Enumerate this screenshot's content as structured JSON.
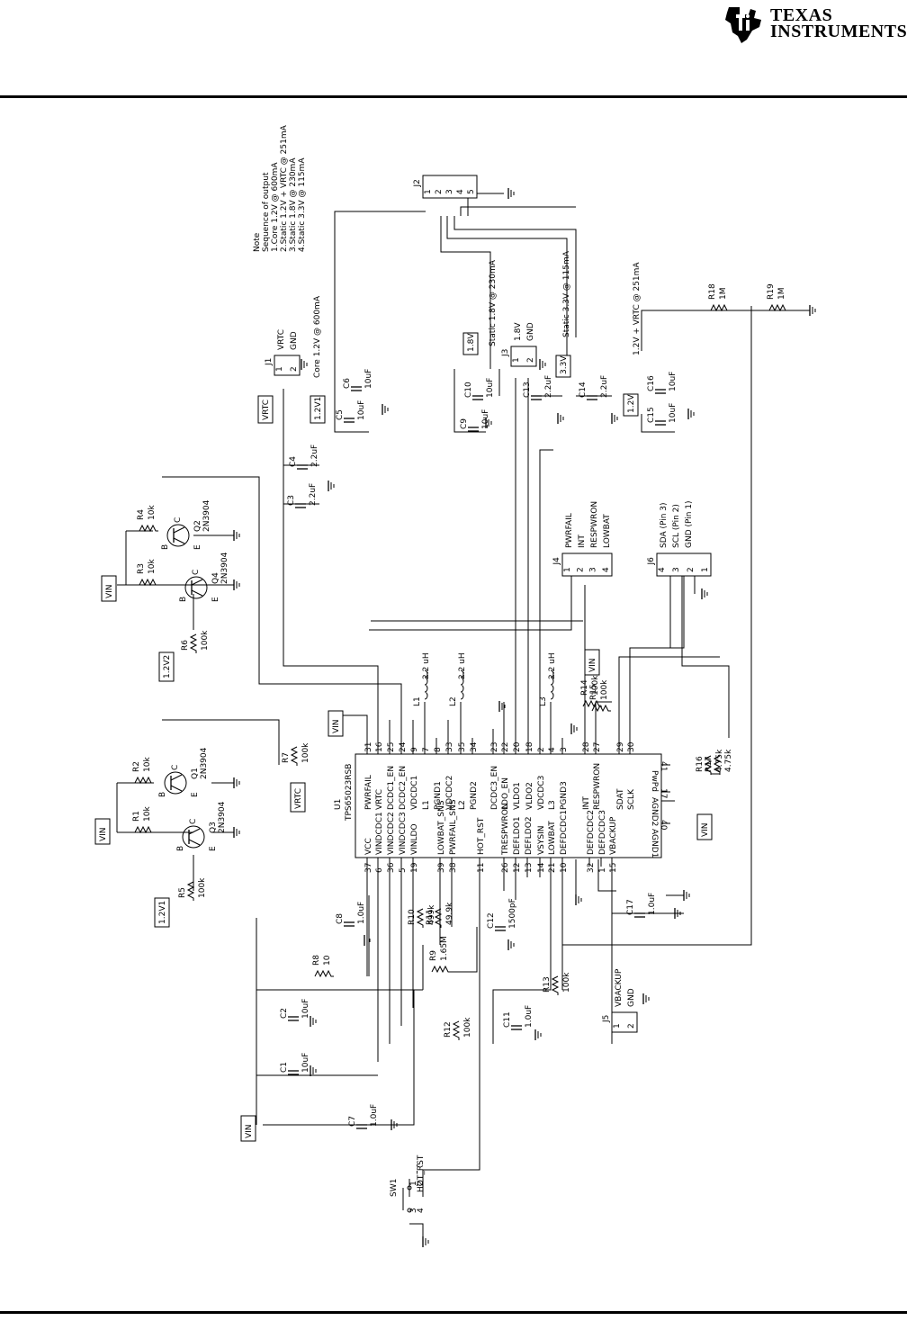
{
  "header": {
    "brand_line1": "Texas",
    "brand_line2": "Instruments"
  },
  "note": {
    "title": "Note",
    "lines": [
      "Sequence of output",
      "1.Core 1.2V @ 600mA",
      "2.Static 1.2V + VRTC @ 251mA",
      "3.Static 1.8V @ 230mA",
      "4.Static 3.3V @ 115mA"
    ]
  },
  "ic": {
    "ref": "U1",
    "part": "TPS65023RSB",
    "top_pins": [
      {
        "name": "PWRFAIL",
        "num": "31"
      },
      {
        "name": "VRTC",
        "num": "16"
      },
      {
        "name": "DCDC1_EN",
        "num": "25"
      },
      {
        "name": "DCDC2_EN",
        "num": "24"
      },
      {
        "name": "VDCDC1",
        "num": "9"
      },
      {
        "name": "L1",
        "num": "7"
      },
      {
        "name": "PGND1",
        "num": "8"
      },
      {
        "name": "VDCDC2",
        "num": "33"
      },
      {
        "name": "L2",
        "num": "35"
      },
      {
        "name": "PGND2",
        "num": "34"
      },
      {
        "name": "DCDC3_EN",
        "num": "23"
      },
      {
        "name": "LDO_EN",
        "num": "22"
      },
      {
        "name": "VLDO1",
        "num": "20"
      },
      {
        "name": "VLDO2",
        "num": "18"
      },
      {
        "name": "VDCDC3",
        "num": "2"
      },
      {
        "name": "L3",
        "num": "4"
      },
      {
        "name": "PGND3",
        "num": "3"
      },
      {
        "name": "INT",
        "num": "28"
      },
      {
        "name": "RESPWRON",
        "num": "27"
      },
      {
        "name": "SDAT",
        "num": "29"
      },
      {
        "name": "SCLK",
        "num": "30"
      }
    ],
    "bottom_pins": [
      {
        "name": "VCC",
        "num": "37"
      },
      {
        "name": "VINDCDC1",
        "num": "6"
      },
      {
        "name": "VINDCDC2",
        "num": "36"
      },
      {
        "name": "VINDCDC3",
        "num": "5"
      },
      {
        "name": "VINLDO",
        "num": "19"
      },
      {
        "name": "LOWBAT_SNS",
        "num": "39"
      },
      {
        "name": "PWRFAIL_SNS",
        "num": "38"
      },
      {
        "name": "HOT_RST",
        "num": "11"
      },
      {
        "name": "TRESPWRON",
        "num": "26"
      },
      {
        "name": "DEFLDO1",
        "num": "12"
      },
      {
        "name": "DEFLDO2",
        "num": "13"
      },
      {
        "name": "VSYSIN",
        "num": "14"
      },
      {
        "name": "LOWBAT",
        "num": "21"
      },
      {
        "name": "DEFDCDC1",
        "num": "10"
      },
      {
        "name": "DEFDCDC2",
        "num": "32"
      },
      {
        "name": "DEFDCDC3",
        "num": "1"
      },
      {
        "name": "VBACKUP",
        "num": "15"
      }
    ],
    "gnd_pins": [
      {
        "name": "PwPd",
        "num": "41"
      },
      {
        "name": "AGND2",
        "num": "17"
      },
      {
        "name": "AGND1",
        "num": "40"
      }
    ]
  },
  "net_labels": {
    "vin": "VIN",
    "v12v1": "1.2V1",
    "v12v2": "1.2V2",
    "vrtc": "VRTC",
    "v18": "1.8V",
    "v33": "3.3V",
    "v12": "1.2V"
  },
  "rail_text": {
    "core": "Core 1.2V @ 600mA",
    "static18": "Static 1.8V @ 230mA",
    "static33": "Static 3.3V @ 115mA",
    "static12": "1.2V + VRTC @ 251mA",
    "hot_rst": "HOT_RST"
  },
  "transistors": [
    {
      "ref": "Q1",
      "part": "2N3904"
    },
    {
      "ref": "Q2",
      "part": "2N3904"
    },
    {
      "ref": "Q3",
      "part": "2N3904"
    },
    {
      "ref": "Q4",
      "part": "2N3904"
    }
  ],
  "pin_letters": {
    "b": "B",
    "c": "C",
    "e": "E"
  },
  "resistors": [
    {
      "ref": "R1",
      "value": "10k"
    },
    {
      "ref": "R2",
      "value": "10k"
    },
    {
      "ref": "R3",
      "value": "10k"
    },
    {
      "ref": "R4",
      "value": "10k"
    },
    {
      "ref": "R5",
      "value": "100k"
    },
    {
      "ref": "R6",
      "value": "100k"
    },
    {
      "ref": "R7",
      "value": "100k"
    },
    {
      "ref": "R8",
      "value": "10"
    },
    {
      "ref": "R9",
      "value": "1.65M"
    },
    {
      "ref": "R10",
      "value": "499k"
    },
    {
      "ref": "R11",
      "value": "49.9k"
    },
    {
      "ref": "R12",
      "value": "100k"
    },
    {
      "ref": "R13",
      "value": "100k"
    },
    {
      "ref": "R14",
      "value": "100k"
    },
    {
      "ref": "R15",
      "value": "100k"
    },
    {
      "ref": "R16",
      "value": "4.75k"
    },
    {
      "ref": "R17",
      "value": "4.75k"
    },
    {
      "ref": "R18",
      "value": "1M"
    },
    {
      "ref": "R19",
      "value": "1M"
    }
  ],
  "capacitors": [
    {
      "ref": "C1",
      "value": "10uF"
    },
    {
      "ref": "C2",
      "value": "10uF"
    },
    {
      "ref": "C3",
      "value": "2.2uF"
    },
    {
      "ref": "C4",
      "value": "2.2uF"
    },
    {
      "ref": "C5",
      "value": "10uF"
    },
    {
      "ref": "C6",
      "value": "10uF"
    },
    {
      "ref": "C7",
      "value": "1.0uF"
    },
    {
      "ref": "C8",
      "value": "1.0uF"
    },
    {
      "ref": "C9",
      "value": "10uF"
    },
    {
      "ref": "C10",
      "value": "10uF"
    },
    {
      "ref": "C11",
      "value": "1.0uF"
    },
    {
      "ref": "C12",
      "value": "1500pF"
    },
    {
      "ref": "C13",
      "value": "2.2uF"
    },
    {
      "ref": "C14",
      "value": "2.2uF"
    },
    {
      "ref": "C15",
      "value": "10uF"
    },
    {
      "ref": "C16",
      "value": "10uF"
    },
    {
      "ref": "C17",
      "value": "1.0uF"
    }
  ],
  "inductors": [
    {
      "ref": "L1",
      "value": "2.2 uH"
    },
    {
      "ref": "L2",
      "value": "2.2 uH"
    },
    {
      "ref": "L3",
      "value": "2.2 uH"
    }
  ],
  "connectors": {
    "j1": {
      "ref": "J1",
      "pins": [
        "VRTC",
        "GND"
      ],
      "nums": [
        "1",
        "2"
      ]
    },
    "j2": {
      "ref": "J2",
      "nums": [
        "1",
        "2",
        "3",
        "4",
        "5"
      ]
    },
    "j3": {
      "ref": "J3",
      "pins": [
        "1.8V",
        "GND"
      ],
      "nums": [
        "1",
        "2"
      ]
    },
    "j4": {
      "ref": "J4",
      "pins": [
        "PWRFAIL",
        "INT",
        "RESPWRON",
        "LOWBAT"
      ],
      "nums": [
        "1",
        "2",
        "3",
        "4"
      ]
    },
    "j5": {
      "ref": "J5",
      "pins": [
        "VBACKUP",
        "GND"
      ],
      "nums": [
        "1",
        "2"
      ]
    },
    "j6": {
      "ref": "J6",
      "pins": [
        "SDA (Pin 3)",
        "SCL (Pin 2)",
        "GND (Pin 1)"
      ],
      "nums": [
        "4",
        "3",
        "2",
        "1"
      ]
    }
  },
  "switch": {
    "ref": "SW1",
    "pins": [
      "1",
      "2",
      "3",
      "4"
    ]
  }
}
